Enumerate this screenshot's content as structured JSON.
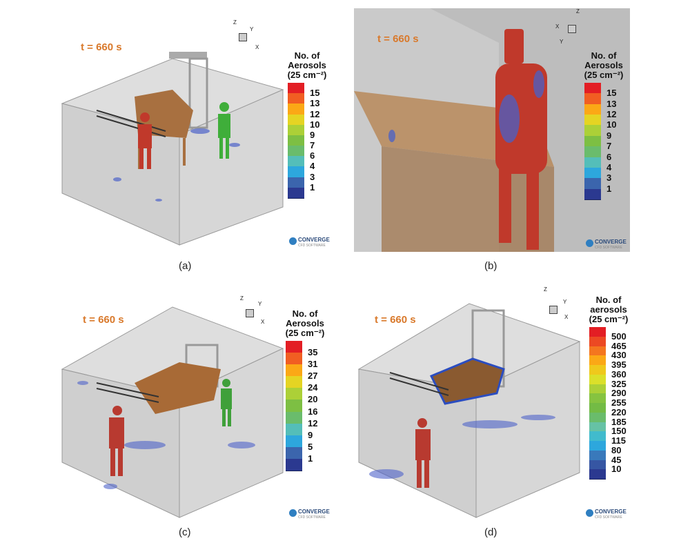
{
  "panels": [
    {
      "id": "a",
      "caption": "(a)",
      "time": "t = 660 s",
      "legend": {
        "title": [
          "No. of",
          "Aerosols",
          "(25 cm⁻²)"
        ],
        "labels": [
          "15",
          "13",
          "12",
          "10",
          "9",
          "7",
          "6",
          "4",
          "3",
          "1"
        ]
      },
      "axes": {
        "z": "Z",
        "y": "Y",
        "x": "X"
      }
    },
    {
      "id": "b",
      "caption": "(b)",
      "time": "t = 660 s",
      "legend": {
        "title": [
          "No. of",
          "Aerosols",
          "(25 cm⁻²)"
        ],
        "labels": [
          "15",
          "13",
          "12",
          "10",
          "9",
          "7",
          "6",
          "4",
          "3",
          "1"
        ]
      },
      "axes": {
        "z": "Z",
        "y": "Y",
        "x": "X"
      }
    },
    {
      "id": "c",
      "caption": "(c)",
      "time": "t = 660 s",
      "legend": {
        "title": [
          "No. of",
          "Aerosols",
          "(25 cm⁻²)"
        ],
        "labels": [
          "35",
          "31",
          "27",
          "24",
          "20",
          "16",
          "12",
          "9",
          "5",
          "1"
        ]
      },
      "axes": {
        "z": "Z",
        "y": "Y",
        "x": "X"
      }
    },
    {
      "id": "d",
      "caption": "(d)",
      "time": "t = 660 s",
      "legend": {
        "title": [
          "No. of",
          "aerosols",
          "(25 cm⁻²)"
        ],
        "labels": [
          "500",
          "465",
          "430",
          "395",
          "360",
          "325",
          "290",
          "255",
          "220",
          "185",
          "150",
          "115",
          "80",
          "45",
          "10"
        ]
      },
      "axes": {
        "z": "Z",
        "y": "Y",
        "x": "X"
      }
    }
  ],
  "logo": {
    "name": "CONVERGE",
    "sub": "CFD SOFTWARE"
  },
  "colors": {
    "palette": [
      "#e31e24",
      "#f26522",
      "#fdb913",
      "#dbe02a",
      "#8dc63f",
      "#6cb846",
      "#66c2a5",
      "#29b6e8",
      "#3d6ab0",
      "#2b3990"
    ],
    "time": "#d9792b",
    "room": "#c8c8c8",
    "table": "#b07845",
    "person_red": "#b83a30",
    "person_green": "#3fa03a"
  }
}
